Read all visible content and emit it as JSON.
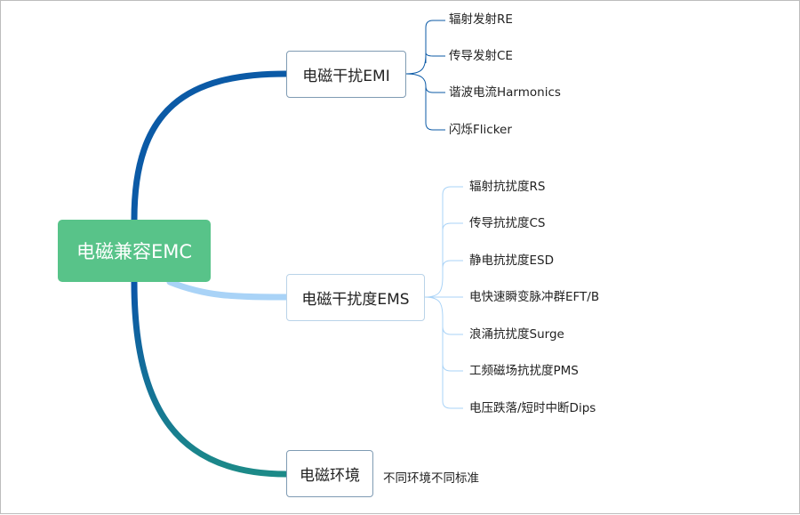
{
  "mindmap": {
    "root": "电磁兼容EMC",
    "emi": {
      "label": "电磁干扰EMI",
      "children": [
        "辐射发射RE",
        "传导发射CE",
        "谐波电流Harmonics",
        "闪烁Flicker"
      ]
    },
    "ems": {
      "label": "电磁干扰度EMS",
      "children": [
        "辐射抗扰度RS",
        "传导抗扰度CS",
        "静电抗扰度ESD",
        "电快速瞬变脉冲群EFT/B",
        "浪涌抗扰度Surge",
        "工频磁场抗扰度PMS",
        "电压跌落/短时中断Dips"
      ]
    },
    "env": {
      "label": "电磁环境",
      "note": "不同环境不同标准"
    }
  },
  "colors": {
    "root_fill": "#58c389",
    "emi_branch": "#0b5aa6",
    "ems_branch": "#a9d3f7",
    "env_branch": "#1a7f8e",
    "emi_leaf_line": "#0b5aa6",
    "ems_leaf_line": "#a9d3f7"
  }
}
